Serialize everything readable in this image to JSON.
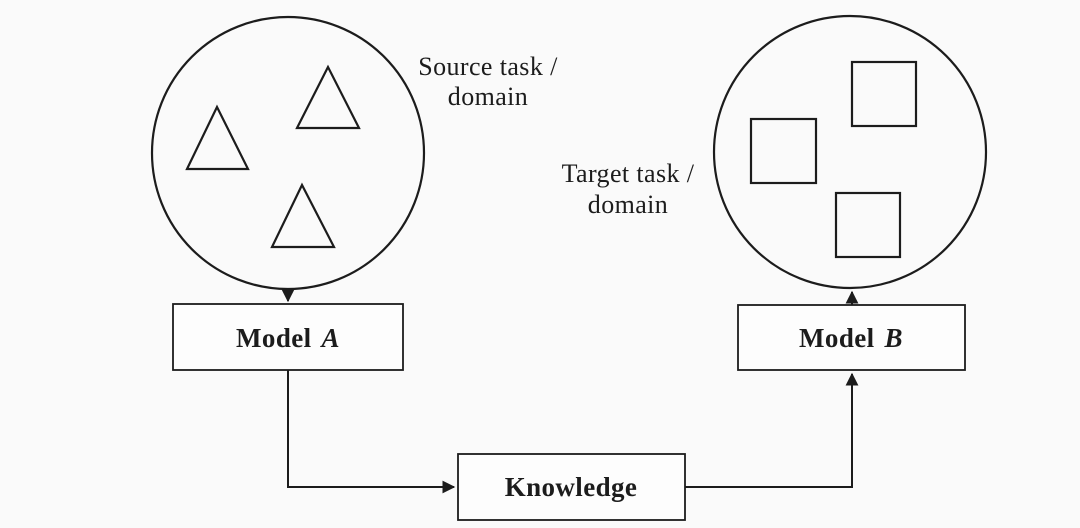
{
  "colors": {
    "background": "#fafafa",
    "stroke": "#1c1c1c",
    "text": "#1c1c1c",
    "node_fill": "#fdfdfd"
  },
  "source_domain": {
    "label_line1": "Source task /",
    "label_line2": "domain",
    "shape": "triangle",
    "shape_count": 3
  },
  "target_domain": {
    "label_line1": "Target task /",
    "label_line2": "domain",
    "shape": "square",
    "shape_count": 3
  },
  "nodes": {
    "model_a": {
      "prefix": "Model",
      "variable": "A"
    },
    "model_b": {
      "prefix": "Model",
      "variable": "B"
    },
    "knowledge": {
      "label": "Knowledge"
    }
  },
  "flow": {
    "edges": [
      "source-domain to model-a",
      "model-a to knowledge",
      "knowledge to model-b",
      "model-b to target-domain"
    ]
  }
}
